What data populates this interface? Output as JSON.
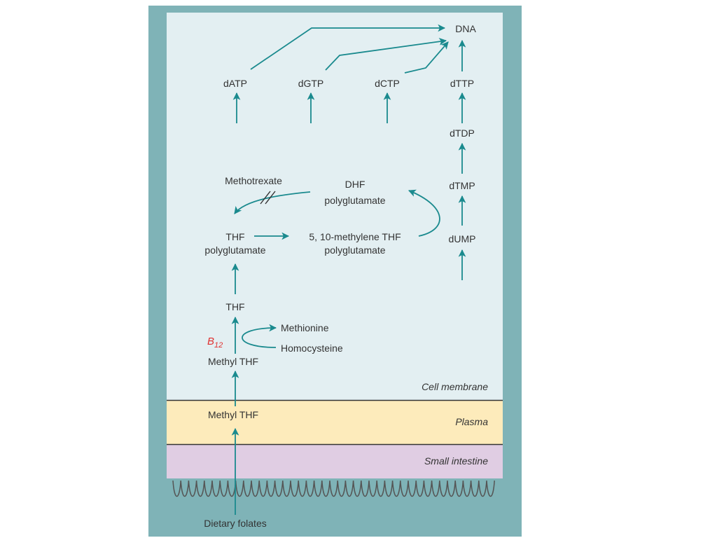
{
  "colors": {
    "frame": "#7fb3b7",
    "cell": "#e3eff2",
    "plasma": "#fdebbb",
    "intestine": "#e0cde3",
    "arrow": "#1a8a8e",
    "b12": "#e03030",
    "text": "#333333"
  },
  "regions": {
    "cell_membrane": "Cell membrane",
    "plasma": "Plasma",
    "small_intestine": "Small intestine"
  },
  "nodes": {
    "dna": "DNA",
    "datp": "dATP",
    "dgtp": "dGTP",
    "dctp": "dCTP",
    "dttp": "dTTP",
    "dtdp": "dTDP",
    "dtmp": "dTMP",
    "dump": "dUMP",
    "methotrexate": "Methotrexate",
    "dhf_line1": "DHF",
    "dhf_line2": "polyglutamate",
    "thf_poly_line1": "THF",
    "thf_poly_line2": "polyglutamate",
    "methylene_line1": "5, 10-methylene THF",
    "methylene_line2": "polyglutamate",
    "thf": "THF",
    "b12_base": "B",
    "b12_sub": "12",
    "methionine": "Methionine",
    "homocysteine": "Homocysteine",
    "methyl_thf_cell": "Methyl THF",
    "methyl_thf_plasma": "Methyl THF",
    "dietary_folates": "Dietary folates"
  }
}
